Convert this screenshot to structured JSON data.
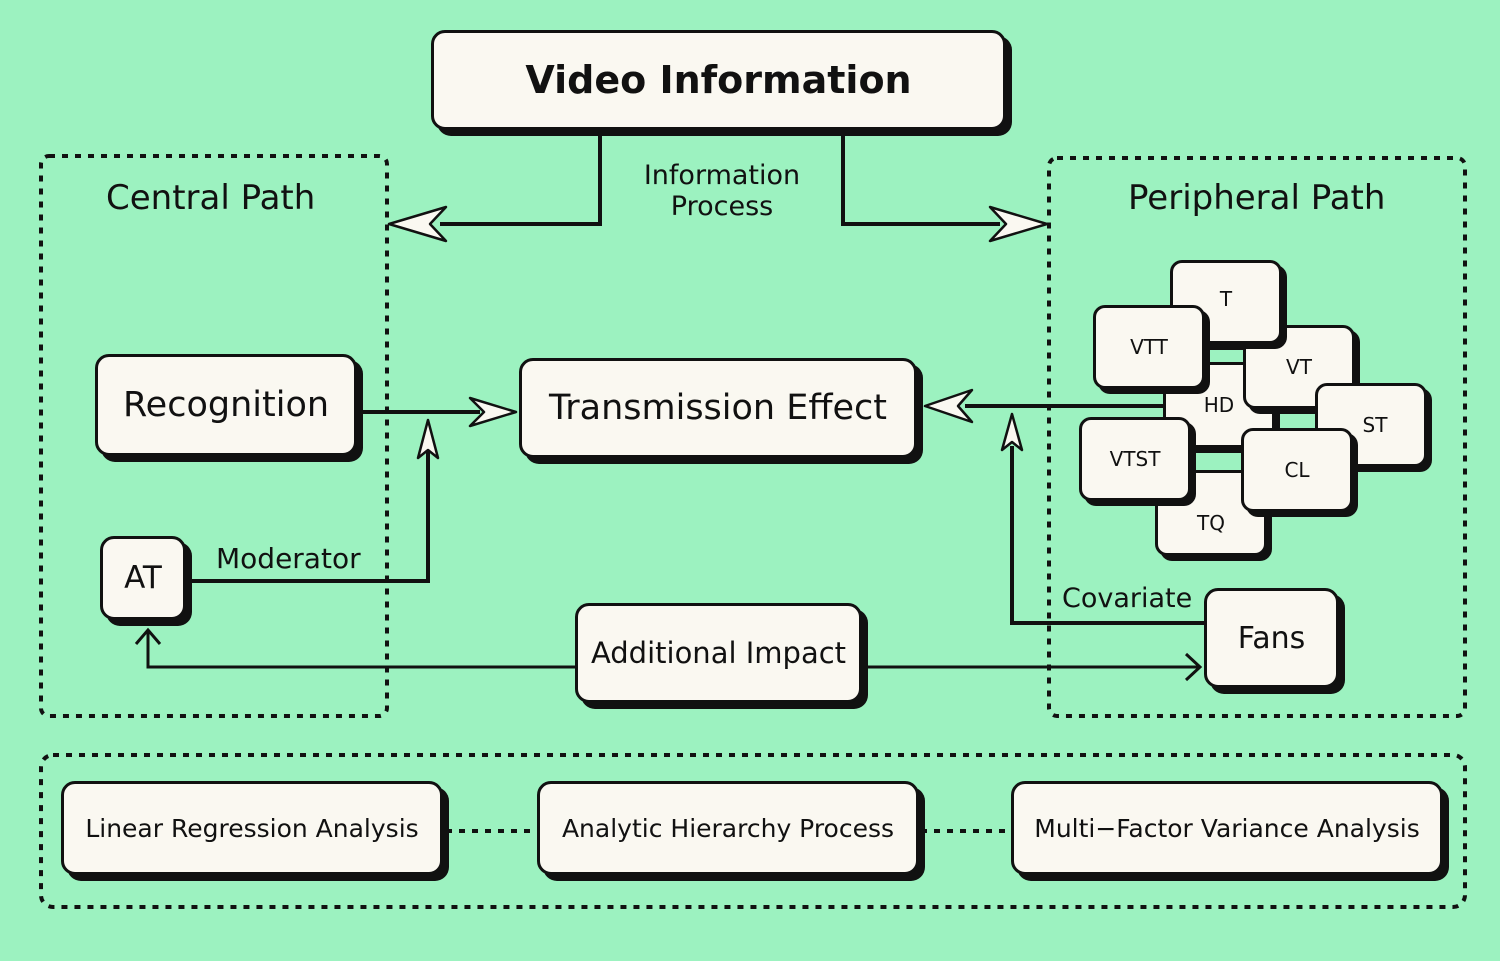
{
  "top": {
    "title": "Video Information"
  },
  "central": {
    "title": "Central Path"
  },
  "peripheral": {
    "title": "Peripheral Path"
  },
  "process_label": "Information\nProcess",
  "nodes": {
    "recognition": "Recognition",
    "transmission": "Transmission Effect",
    "at": "AT",
    "moderator": "Moderator",
    "additional": "Additional Impact",
    "covariate": "Covariate",
    "fans": "Fans"
  },
  "cluster": {
    "t": "T",
    "vtt": "VTT",
    "vt": "VT",
    "hd": "HD",
    "st": "ST",
    "vtst": "VTST",
    "cl": "CL",
    "tq": "TQ"
  },
  "methods": [
    "Linear Regression Analysis",
    "Analytic Hierarchy Process",
    "Multi−Factor Variance Analysis"
  ],
  "colors": {
    "background": "#9cf2c0",
    "box": "#faf8f1",
    "stroke": "#111111"
  }
}
